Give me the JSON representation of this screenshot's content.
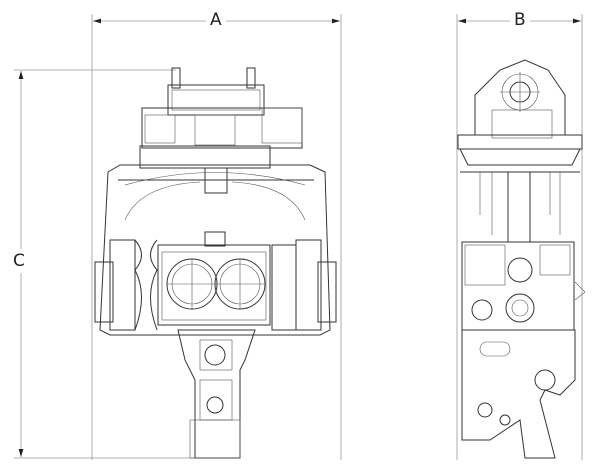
{
  "dimensions": {
    "width_label": "A",
    "depth_label": "B",
    "height_label": "C"
  },
  "colors": {
    "line": "#333333",
    "background": "#ffffff"
  }
}
